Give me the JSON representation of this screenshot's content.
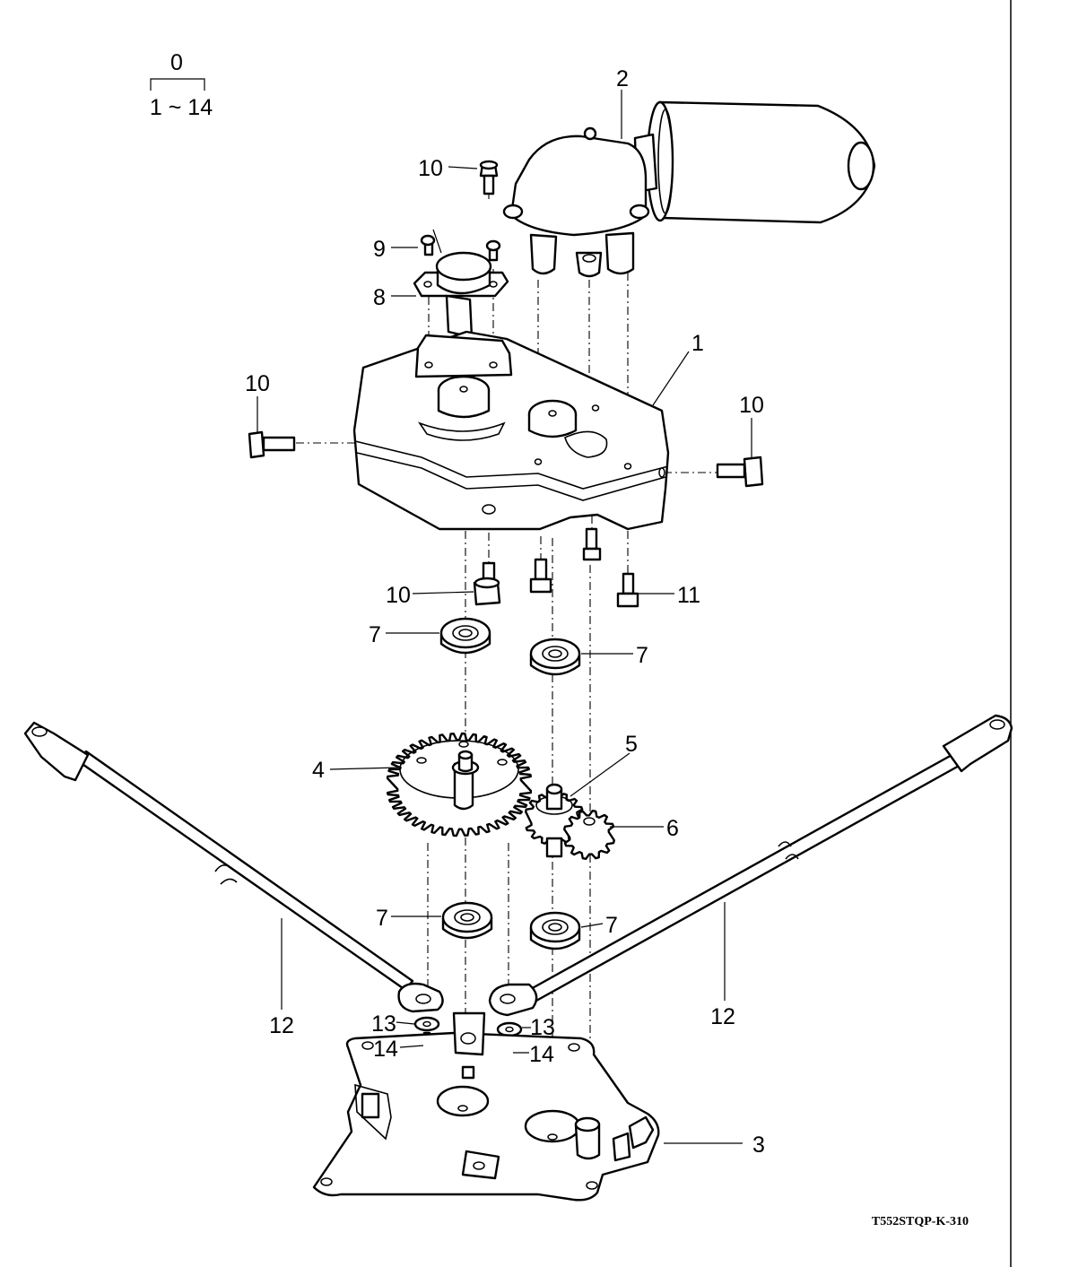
{
  "figure_code": "T552STQP-K-310",
  "assembly_key": {
    "top": "0",
    "bottom": "1 ~ 14"
  },
  "callouts": {
    "c1": "1",
    "c2": "2",
    "c3": "3",
    "c4": "4",
    "c5": "5",
    "c6": "6",
    "c7a": "7",
    "c7b": "7",
    "c7c": "7",
    "c7d": "7",
    "c8": "8",
    "c9": "9",
    "c10a": "10",
    "c10b": "10",
    "c10c": "10",
    "c10d": "10",
    "c11": "11",
    "c12a": "12",
    "c12b": "12",
    "c13a": "13",
    "c13b": "13",
    "c14a": "14",
    "c14b": "14"
  }
}
